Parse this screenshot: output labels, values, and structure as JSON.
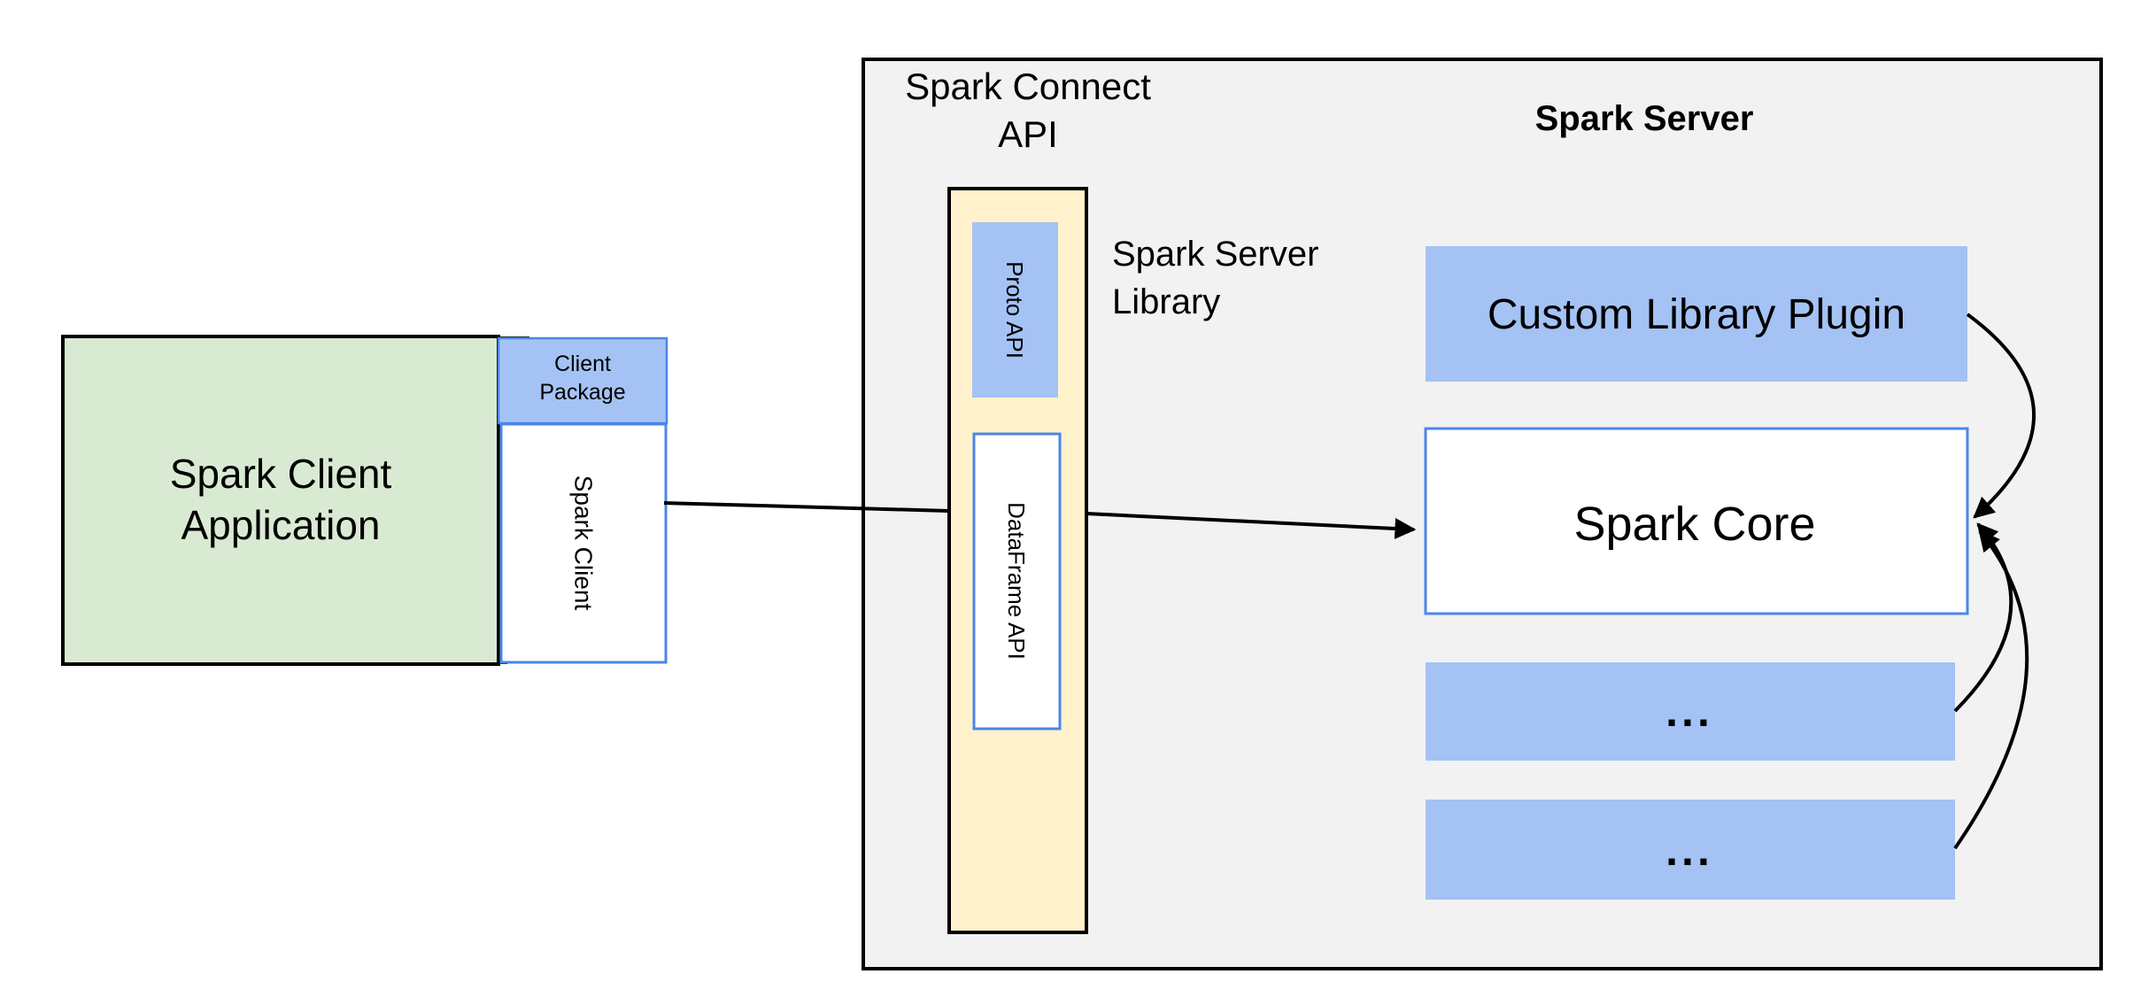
{
  "colors": {
    "background": "#ffffff",
    "panel_gray_fill": "#f2f2f2",
    "black_border": "#000000",
    "green_fill": "#d9ead3",
    "blue_fill": "#a4c2f4",
    "blue_border": "#4a86e8",
    "yellow_fill": "#fff2cc",
    "white_fill": "#ffffff",
    "arrow_color": "#000000",
    "text_color": "#000000"
  },
  "client": {
    "app_label_lines": [
      "Spark Client",
      "Application"
    ],
    "package_label_lines": [
      "Client",
      "Package"
    ],
    "spark_client_label": "Spark Client"
  },
  "connect_api": {
    "title_lines": [
      "Spark Connect",
      "API"
    ],
    "proto_api_label": "Proto API",
    "dataframe_api_label": "DataFrame API",
    "server_library_label_lines": [
      "Spark Server",
      "Library"
    ]
  },
  "server": {
    "title": "Spark Server",
    "custom_plugin_label": "Custom Library Plugin",
    "spark_core_label": "Spark Core",
    "plugin_placeholder_1": "...",
    "plugin_placeholder_2": "..."
  }
}
